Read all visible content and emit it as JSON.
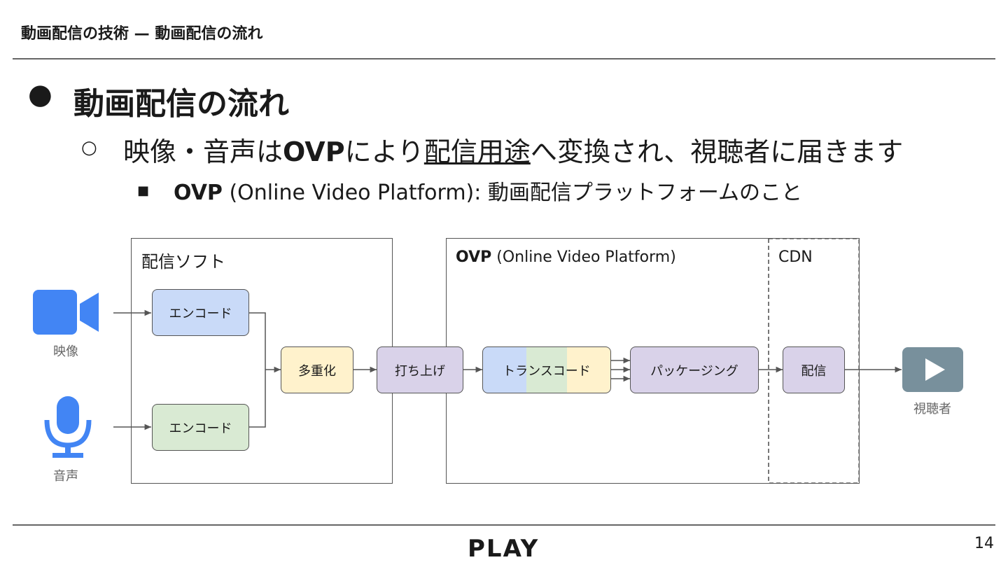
{
  "header": {
    "title": "動画配信の技術 — 動画配信の流れ"
  },
  "content": {
    "bullet1": "●",
    "heading": "動画配信の流れ",
    "bullet2": "○",
    "line2": {
      "pre": "映像・音声は",
      "bold": "OVP",
      "mid": "により",
      "underline": "配信用途",
      "post": "へ変換され、視聴者に届きます"
    },
    "bullet3": "■",
    "line3": {
      "bold": "OVP",
      "rest": " (Online Video Platform): 動画配信プラットフォームのこと"
    }
  },
  "diagram": {
    "software_label": "配信ソフト",
    "ovp_label": {
      "bold": "OVP",
      "rest": " (Online Video Platform)"
    },
    "cdn_label": "CDN",
    "video_caption": "映像",
    "audio_caption": "音声",
    "viewer_caption": "視聴者",
    "encode_video": "エンコード",
    "encode_audio": "エンコード",
    "mux": "多重化",
    "ingest": "打ち上げ",
    "transcode": "トランスコード",
    "packaging": "パッケージング",
    "delivery": "配信",
    "colors": {
      "blue": "#c9daf8",
      "green": "#d9ead3",
      "yellow": "#fff2cc",
      "purple": "#d9d2e9",
      "icon_blue": "#4285f4",
      "viewer_gray": "#78909c"
    }
  },
  "footer": {
    "logo": "PLAY",
    "page_number": "14"
  }
}
